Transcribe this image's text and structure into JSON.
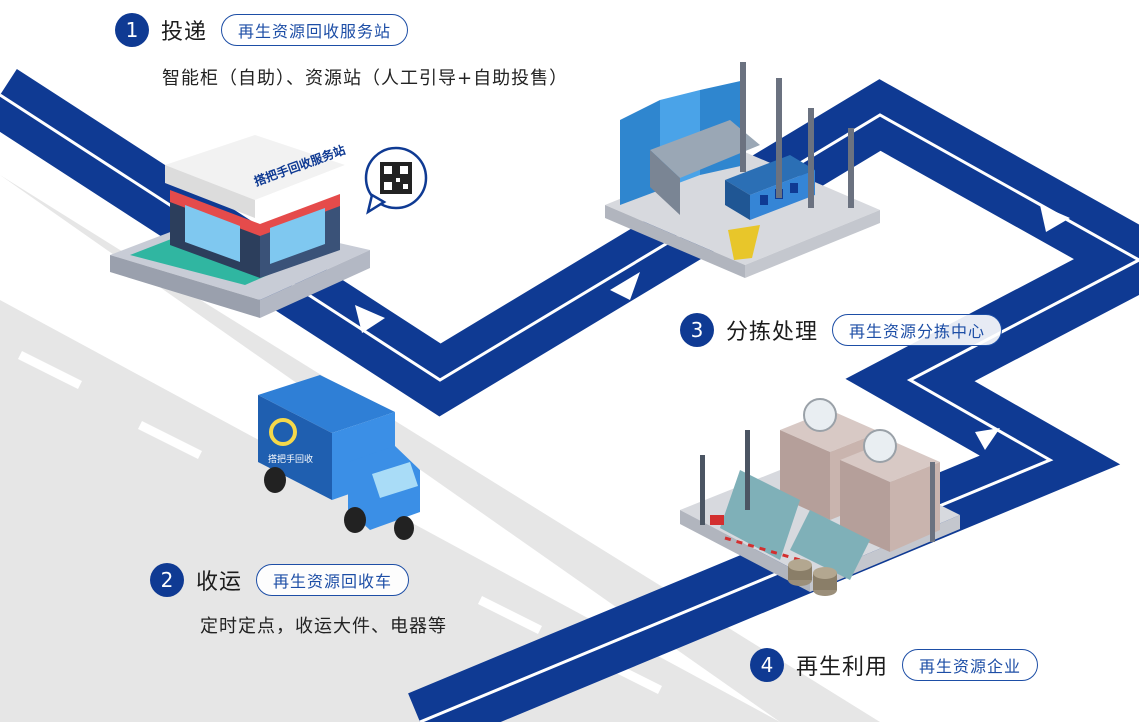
{
  "steps": [
    {
      "number": "1",
      "title": "投递",
      "tag": "再生资源回收服务站",
      "desc": "智能柜（自助）、资源站（人工引导+自助投售）"
    },
    {
      "number": "2",
      "title": "收运",
      "tag": "再生资源回收车",
      "desc": "定时定点，收运大件、电器等"
    },
    {
      "number": "3",
      "title": "分拣处理",
      "tag": "再生资源分拣中心"
    },
    {
      "number": "4",
      "title": "再生利用",
      "tag": "再生资源企业"
    }
  ],
  "illustrations": {
    "station_sign": "搭把手回收服务站",
    "truck_logo": "搭把手回收"
  },
  "colors": {
    "path_blue": "#0f3a93",
    "path_line": "#ffffff",
    "road_gray": "#e6e6e6",
    "accent": "#1d4ea6"
  }
}
